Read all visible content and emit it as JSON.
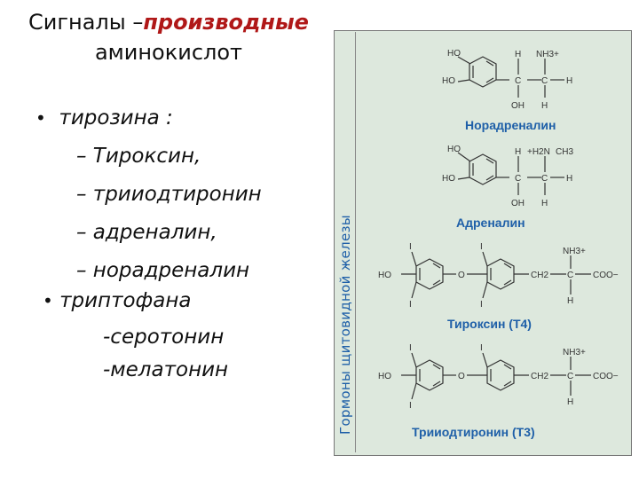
{
  "title": {
    "line1_pre": "Сигналы –",
    "line1_em": "производные",
    "line2": "аминокислот"
  },
  "list": [
    {
      "bullet": "•",
      "text": "тирозина :"
    },
    {
      "text": "– Тироксин,"
    },
    {
      "text": "– трииодтиронин"
    },
    {
      "text": "– адреналин,"
    },
    {
      "text": "– норадреналин"
    },
    {
      "bullet": "•",
      "text": "триптофана"
    },
    {
      "text": "-серотонин"
    },
    {
      "text": "-мелатонин"
    }
  ],
  "figure": {
    "side_label": "Гормоны щитовидной железы",
    "names": [
      "Норадреналин",
      "Адреналин",
      "Тироксин (Т4)",
      "Трииодтиронин (Т3)"
    ],
    "atoms": {
      "ho": "HO",
      "h": "H",
      "o": "O",
      "oh": "OH",
      "c": "C",
      "i": "I",
      "nh3": "NH3+",
      "h2n": "+H2N",
      "ch3": "CH3",
      "ch2": "CH2",
      "coo": "COO−"
    }
  },
  "colors": {
    "accent": "#b01818",
    "label": "#1e5fa8",
    "panel": "#dde8dd"
  }
}
